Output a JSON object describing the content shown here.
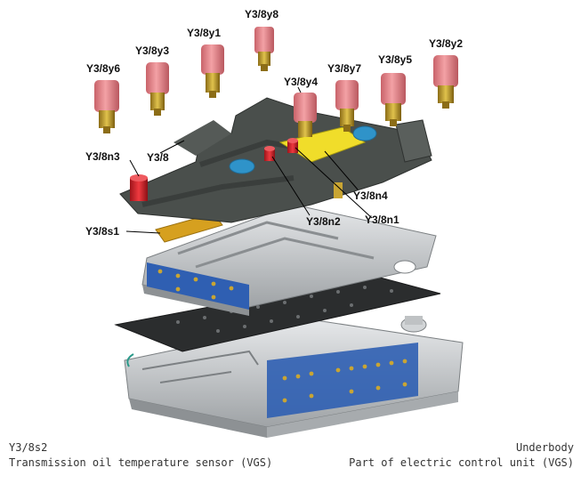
{
  "callouts": {
    "y3_8y8": "Y3/8y8",
    "y3_8y1": "Y3/8y1",
    "y3_8y3": "Y3/8y3",
    "y3_8y6": "Y3/8y6",
    "y3_8y7": "Y3/8y7",
    "y3_8y5": "Y3/8y5",
    "y3_8y2": "Y3/8y2",
    "y3_8y4": "Y3/8y4",
    "y3_8": "Y3/8",
    "y3_8n3": "Y3/8n3",
    "y3_8n4": "Y3/8n4",
    "y3_8n2": "Y3/8n2",
    "y3_8n1": "Y3/8n1",
    "y3_8s1": "Y3/8s1"
  },
  "footer": {
    "left_code": "Y3/8s2",
    "left_desc": "Transmission oil temperature sensor (VGS)",
    "right_title": "Underbody",
    "right_desc": "Part of electric control unit (VGS)"
  },
  "colors": {
    "solenoid_pink": "#e98a8f",
    "solenoid_brass": "#c9a533",
    "carrier_dark": "#4a4f4c",
    "sensor_yellow": "#f0dd2a",
    "sensor_red": "#d8262d",
    "sensor_blue": "#2f93c9",
    "valve_blue": "#2f5fb2",
    "gasket_dark": "#2b2d2e",
    "body_silver": "#c9ccce"
  }
}
